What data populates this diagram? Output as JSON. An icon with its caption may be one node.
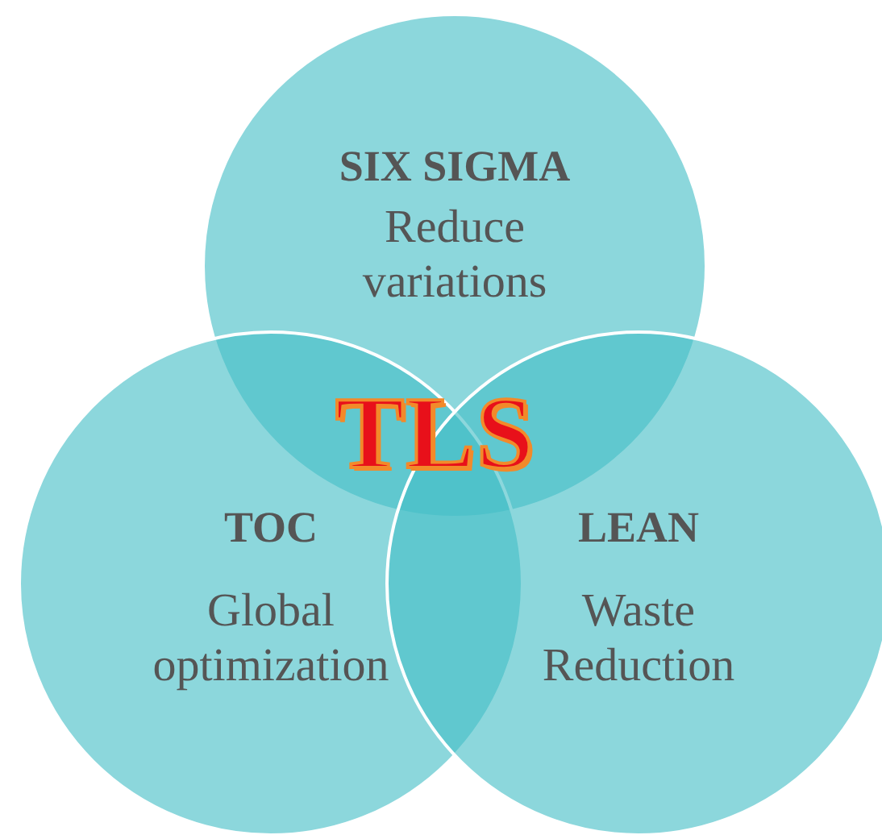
{
  "diagram": {
    "nodes": [
      {
        "text": [
          "SIX SIGMA",
          "Reduce variations"
        ]
      },
      {
        "text": [
          "TOC",
          "Global optimization"
        ]
      },
      {
        "text": [
          "LEAN",
          "Waste Reduction"
        ]
      }
    ],
    "labels": [
      "TLS"
    ]
  }
}
